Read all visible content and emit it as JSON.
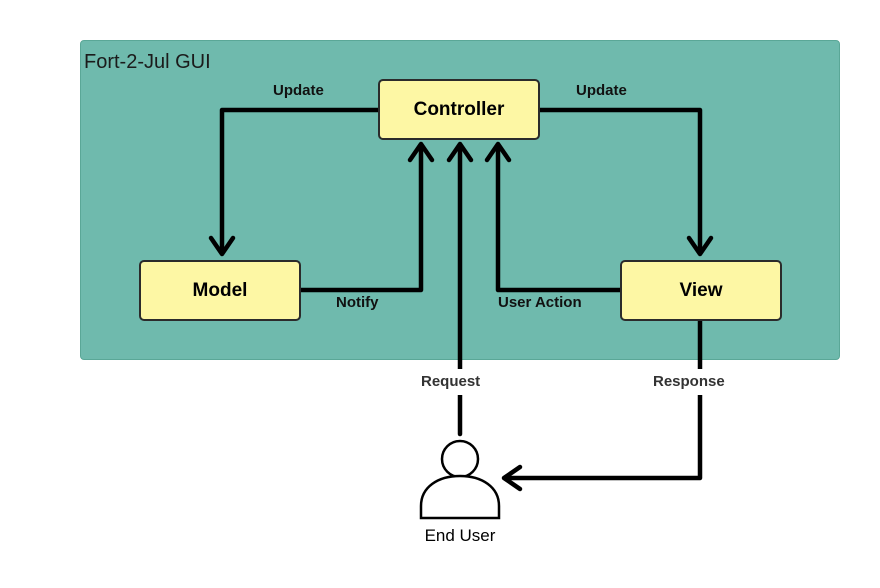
{
  "container": {
    "title": "Fort-2-Jul GUI",
    "fill": "#6fbaad"
  },
  "nodes": {
    "controller": "Controller",
    "model": "Model",
    "view": "View",
    "fill": "#fdf7a4"
  },
  "edges": {
    "update_left": "Update",
    "update_right": "Update",
    "notify": "Notify",
    "user_action": "User Action",
    "request": "Request",
    "response": "Response"
  },
  "actor": {
    "label": "End User",
    "icon": "person-icon"
  }
}
